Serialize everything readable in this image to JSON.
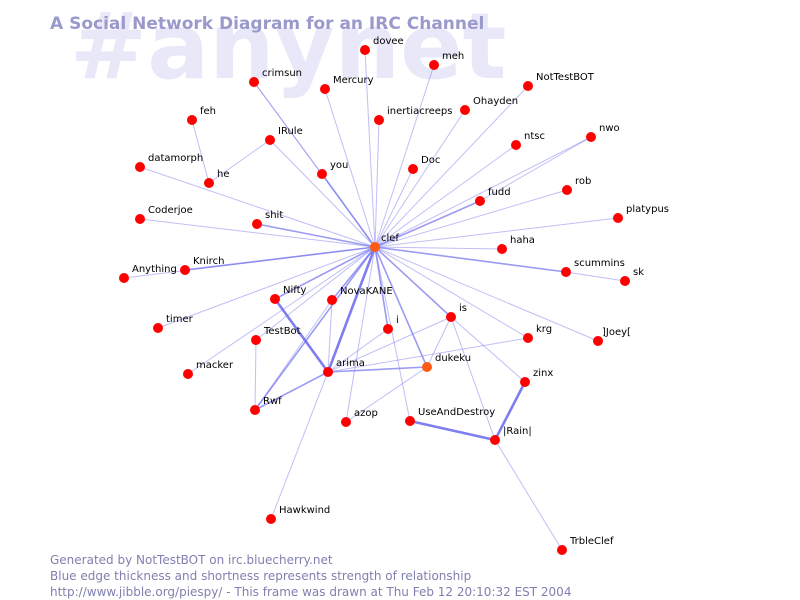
{
  "watermark": "#anynet",
  "title": "A Social Network Diagram for an IRC Channel",
  "footer": {
    "line1": "Generated by NotTestBOT on irc.bluecherry.net",
    "line2": "Blue edge thickness and shortness represents strength of relationship",
    "line3": "http://www.jibble.org/piespy/ - This frame was drawn at Thu Feb 12 20:10:32 EST 2004"
  },
  "colors": {
    "node": "#ff0000",
    "node_highlight": "#ff5a14",
    "edge": "#7070ee",
    "title": "#9999cc",
    "watermark": "#e8e8f8"
  },
  "nodes": [
    {
      "id": "clef",
      "label": "clef",
      "highlight": true
    },
    {
      "id": "dovee",
      "label": "dovee"
    },
    {
      "id": "meh",
      "label": "meh"
    },
    {
      "id": "crimsun",
      "label": "crimsun"
    },
    {
      "id": "Mercury",
      "label": "Mercury"
    },
    {
      "id": "NotTestBOT",
      "label": "NotTestBOT"
    },
    {
      "id": "Ohayden",
      "label": "Ohayden"
    },
    {
      "id": "inertiacreeps",
      "label": "inertiacreeps"
    },
    {
      "id": "feh",
      "label": "feh"
    },
    {
      "id": "IRule",
      "label": "IRule"
    },
    {
      "id": "nwo",
      "label": "nwo"
    },
    {
      "id": "ntsc",
      "label": "ntsc"
    },
    {
      "id": "datamorph",
      "label": "datamorph"
    },
    {
      "id": "Doc",
      "label": "Doc"
    },
    {
      "id": "you",
      "label": "you"
    },
    {
      "id": "he",
      "label": "he"
    },
    {
      "id": "rob",
      "label": "rob"
    },
    {
      "id": "fudd",
      "label": "fudd"
    },
    {
      "id": "platypus",
      "label": "platypus"
    },
    {
      "id": "Coderjoe",
      "label": "Coderjoe"
    },
    {
      "id": "shit",
      "label": "shit"
    },
    {
      "id": "haha",
      "label": "haha"
    },
    {
      "id": "Knirch",
      "label": "Knirch"
    },
    {
      "id": "Anything",
      "label": "Anything"
    },
    {
      "id": "scummins",
      "label": "scummins"
    },
    {
      "id": "sk",
      "label": "sk"
    },
    {
      "id": "Nifty",
      "label": "Nifty"
    },
    {
      "id": "NovaKANE",
      "label": "NovaKANE"
    },
    {
      "id": "is",
      "label": "is"
    },
    {
      "id": "timer",
      "label": "timer"
    },
    {
      "id": "TestBot",
      "label": "TestBot"
    },
    {
      "id": "i",
      "label": "i"
    },
    {
      "id": "krg",
      "label": "krg"
    },
    {
      "id": "Joey",
      "label": "]Joey["
    },
    {
      "id": "dukeku",
      "label": "dukeku",
      "highlight": true
    },
    {
      "id": "macker",
      "label": "macker"
    },
    {
      "id": "arima",
      "label": "arima"
    },
    {
      "id": "zinx",
      "label": "zinx"
    },
    {
      "id": "Rwf",
      "label": "Rwf"
    },
    {
      "id": "azop",
      "label": "azop"
    },
    {
      "id": "UseAndDestroy",
      "label": "UseAndDestroy"
    },
    {
      "id": "Rain",
      "label": "|Rain|"
    },
    {
      "id": "Hawkwind",
      "label": "Hawkwind"
    },
    {
      "id": "TrbleClef",
      "label": "TrbleClef"
    }
  ],
  "edges": [
    {
      "from": "clef",
      "to": "dovee",
      "weight": 1
    },
    {
      "from": "clef",
      "to": "meh",
      "weight": 1
    },
    {
      "from": "clef",
      "to": "crimsun",
      "weight": 1
    },
    {
      "from": "clef",
      "to": "Mercury",
      "weight": 1
    },
    {
      "from": "clef",
      "to": "NotTestBOT",
      "weight": 1
    },
    {
      "from": "clef",
      "to": "Ohayden",
      "weight": 1
    },
    {
      "from": "clef",
      "to": "inertiacreeps",
      "weight": 1
    },
    {
      "from": "clef",
      "to": "IRule",
      "weight": 1
    },
    {
      "from": "clef",
      "to": "nwo",
      "weight": 1
    },
    {
      "from": "clef",
      "to": "ntsc",
      "weight": 1
    },
    {
      "from": "clef",
      "to": "datamorph",
      "weight": 1
    },
    {
      "from": "clef",
      "to": "Doc",
      "weight": 1
    },
    {
      "from": "clef",
      "to": "you",
      "weight": 2
    },
    {
      "from": "clef",
      "to": "rob",
      "weight": 1
    },
    {
      "from": "clef",
      "to": "fudd",
      "weight": 2
    },
    {
      "from": "clef",
      "to": "platypus",
      "weight": 1
    },
    {
      "from": "clef",
      "to": "Coderjoe",
      "weight": 1
    },
    {
      "from": "clef",
      "to": "shit",
      "weight": 2
    },
    {
      "from": "clef",
      "to": "haha",
      "weight": 1
    },
    {
      "from": "clef",
      "to": "Knirch",
      "weight": 2
    },
    {
      "from": "clef",
      "to": "Anything",
      "weight": 1
    },
    {
      "from": "clef",
      "to": "scummins",
      "weight": 2
    },
    {
      "from": "clef",
      "to": "Nifty",
      "weight": 2
    },
    {
      "from": "clef",
      "to": "NovaKANE",
      "weight": 2
    },
    {
      "from": "clef",
      "to": "is",
      "weight": 2
    },
    {
      "from": "clef",
      "to": "timer",
      "weight": 1
    },
    {
      "from": "clef",
      "to": "TestBot",
      "weight": 1
    },
    {
      "from": "clef",
      "to": "i",
      "weight": 2
    },
    {
      "from": "clef",
      "to": "krg",
      "weight": 1
    },
    {
      "from": "clef",
      "to": "Joey",
      "weight": 1
    },
    {
      "from": "clef",
      "to": "dukeku",
      "weight": 2
    },
    {
      "from": "clef",
      "to": "macker",
      "weight": 1
    },
    {
      "from": "clef",
      "to": "arima",
      "weight": 3
    },
    {
      "from": "clef",
      "to": "Rwf",
      "weight": 2
    },
    {
      "from": "clef",
      "to": "azop",
      "weight": 1
    },
    {
      "from": "clef",
      "to": "UseAndDestroy",
      "weight": 1
    },
    {
      "from": "crimsun",
      "to": "you",
      "weight": 1
    },
    {
      "from": "IRule",
      "to": "he",
      "weight": 1
    },
    {
      "from": "he",
      "to": "feh",
      "weight": 1
    },
    {
      "from": "nwo",
      "to": "fudd",
      "weight": 1
    },
    {
      "from": "scummins",
      "to": "sk",
      "weight": 1
    },
    {
      "from": "Nifty",
      "to": "arima",
      "weight": 3
    },
    {
      "from": "NovaKANE",
      "to": "arima",
      "weight": 1
    },
    {
      "from": "TestBot",
      "to": "Rwf",
      "weight": 1
    },
    {
      "from": "Rwf",
      "to": "arima",
      "weight": 2
    },
    {
      "from": "Rwf",
      "to": "NovaKANE",
      "weight": 1
    },
    {
      "from": "arima",
      "to": "dukeku",
      "weight": 2
    },
    {
      "from": "arima",
      "to": "i",
      "weight": 1
    },
    {
      "from": "arima",
      "to": "Hawkwind",
      "weight": 1
    },
    {
      "from": "arima",
      "to": "krg",
      "weight": 1
    },
    {
      "from": "is",
      "to": "arima",
      "weight": 1
    },
    {
      "from": "is",
      "to": "dukeku",
      "weight": 1
    },
    {
      "from": "is",
      "to": "zinx",
      "weight": 1
    },
    {
      "from": "is",
      "to": "Rain",
      "weight": 1
    },
    {
      "from": "dukeku",
      "to": "azop",
      "weight": 1
    },
    {
      "from": "zinx",
      "to": "Rain",
      "weight": 3
    },
    {
      "from": "UseAndDestroy",
      "to": "Rain",
      "weight": 3
    },
    {
      "from": "Rain",
      "to": "TrbleClef",
      "weight": 1
    }
  ]
}
